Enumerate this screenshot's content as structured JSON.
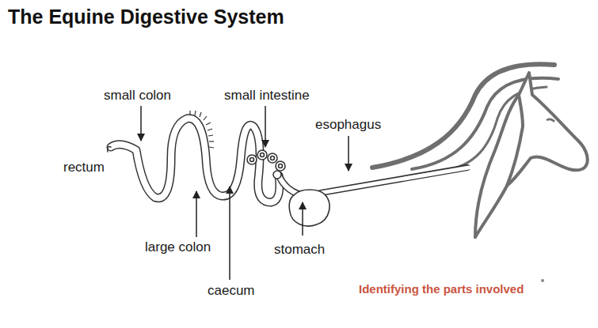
{
  "diagram": {
    "title": "The Equine Digestive System",
    "caption": "Identifying the parts involved",
    "labels": [
      "small colon",
      "small intestine",
      "esophagus",
      "rectum",
      "large colon",
      "stomach",
      "caecum"
    ]
  }
}
